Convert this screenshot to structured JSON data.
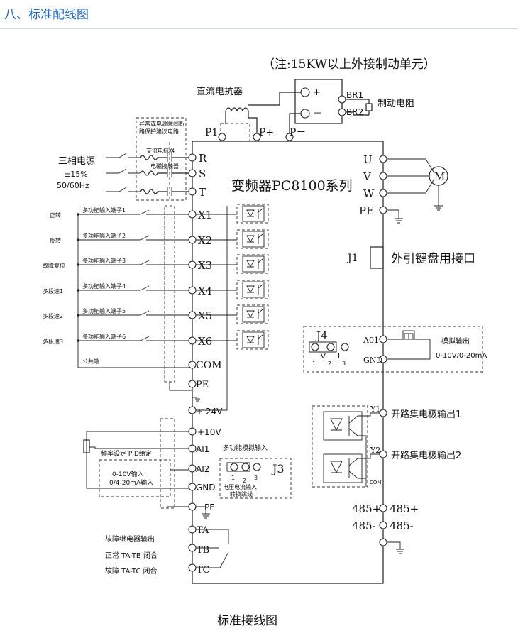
{
  "header": {
    "title": "八、标准配线图"
  },
  "note": "（注:15KW以上外接制动单元）",
  "labels": {
    "dc_reactor": "直流电抗器",
    "brake_resistor": "制动电阻",
    "br1": "BR1",
    "br2": "BR2",
    "plus": "+",
    "minus": "－",
    "p1": "P1",
    "pplus": "P+",
    "pminus": "P－",
    "three_phase": "三相电源",
    "volt_tol": "±15%",
    "freq": "50/60Hz",
    "ac_reactor": "交流电抗器",
    "contactor": "电磁接触器",
    "protect_note_1": "异常或电源瞬间断",
    "protect_note_2": "路保护建议电路",
    "inverter_title": "变频器PC8100系列",
    "j1": "J1",
    "keypad": "外引键盘用接口",
    "j4": "J4",
    "a01": "A01",
    "gnd": "GND",
    "analog_out": "模拟输出",
    "analog_range": "0-10V/0-20mA",
    "j4_v": "V",
    "j4_i": "I",
    "j4_1": "1",
    "j4_2": "2",
    "j4_3": "3",
    "common": "公共端",
    "com": "COM",
    "pe": "PE",
    "v24": "+ 24V",
    "v10": "+10V",
    "ai1": "AI1",
    "ai2": "AI2",
    "multi_analog": "多功能模拟输入",
    "freq_setting": "频率设定 PID给定",
    "ai2_v": "0-10V输入",
    "ai2_i": "0/4-20mA输入",
    "j3": "J3",
    "j3_1": "1",
    "j3_2": "2",
    "j3_3": "3",
    "j3_note_1": "电压电流输入",
    "j3_note_2": "转换跳线",
    "y1": "Y1",
    "y2": "Y2",
    "y1_label": "开路集电极输出1",
    "y2_label": "开路集电极输出2",
    "y_com": "COM",
    "rs485p": "485+",
    "rs485m": "485-",
    "ta": "TA",
    "tb": "TB",
    "tc": "TC",
    "relay_title": "故障继电器输出",
    "relay_tb": "正常 TA-TB 闭合",
    "relay_tc": "故障 TA-TC 闭合",
    "caption": "标准接线图"
  },
  "power_terminals": [
    "R",
    "S",
    "T"
  ],
  "motor_terminals": [
    "U",
    "V",
    "W",
    "PE"
  ],
  "motor_symbol": "M",
  "inputs": [
    {
      "func": "正转",
      "desc": "多功能输入端子1",
      "terminal": "X1"
    },
    {
      "func": "反转",
      "desc": "多功能输入端子2",
      "terminal": "X2"
    },
    {
      "func": "故障复位",
      "desc": "多功能输入端子3",
      "terminal": "X3"
    },
    {
      "func": "多段速1",
      "desc": "多功能输入端子4",
      "terminal": "X4"
    },
    {
      "func": "多段速2",
      "desc": "多功能输入端子5",
      "terminal": "X5"
    },
    {
      "func": "多段速3",
      "desc": "多功能输入端子6",
      "terminal": "X6"
    }
  ]
}
